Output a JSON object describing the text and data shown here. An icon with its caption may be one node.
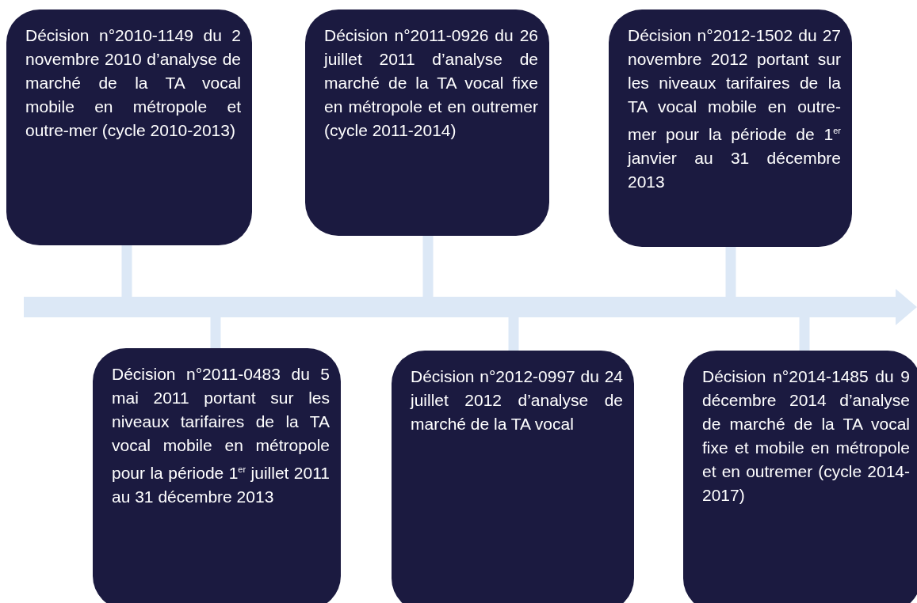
{
  "diagram": {
    "nodes": [
      {
        "text": [
          "Décision n°2010-1149 du 2 novembre 2010 d’analyse de marché de la TA vocal mobile en métropole et outre-mer (cycle 2010-2013)"
        ]
      },
      {
        "text": [
          "Décision n°2011-0483 du 5 mai 2011 portant sur les niveaux tarifaires de la TA vocal mobile en métropole pour la période 1$^{er}$ juillet 2011 au 31 décembre 2013"
        ]
      },
      {
        "text": [
          "Décision n°2011-0926 du 26 juillet 2011 d’analyse de marché de la TA vocal fixe en métropole et en outremer (cycle 2011-2014)"
        ]
      },
      {
        "text": [
          "Décision n°2012-0997 du 24 juillet 2012 d’analyse de marché de la TA vocal"
        ]
      },
      {
        "text": [
          "Décision n°2012-1502 du 27 novembre 2012 portant sur les niveaux tarifaires de la TA vocal mobile en outre-mer pour la période de 1$^{er}$ janvier au 31 décembre 2013"
        ]
      },
      {
        "text": [
          "Décision n°2014-1485 du 9 décembre 2014 d’analyse de marché de la TA vocal fixe et mobile en métropole et en outremer (cycle 2014-2017)"
        ]
      },
      {
        "text": [],
        "shape": "arrow"
      }
    ],
    "edges": [
      {
        "from": 0,
        "to": 6,
        "arrow": "none"
      },
      {
        "from": 1,
        "to": 6,
        "arrow": "none"
      },
      {
        "from": 2,
        "to": 6,
        "arrow": "none"
      },
      {
        "from": 3,
        "to": 6,
        "arrow": "none"
      },
      {
        "from": 4,
        "to": 6,
        "arrow": "none"
      },
      {
        "from": 5,
        "to": 6,
        "arrow": "none"
      }
    ]
  }
}
